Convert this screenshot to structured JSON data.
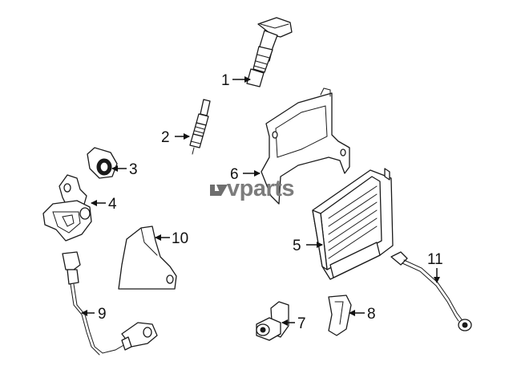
{
  "diagram": {
    "watermark": "vparts",
    "logo_icon": "lv-logo-icon",
    "callouts": [
      {
        "id": "1",
        "label": "1"
      },
      {
        "id": "2",
        "label": "2"
      },
      {
        "id": "3",
        "label": "3"
      },
      {
        "id": "4",
        "label": "4"
      },
      {
        "id": "5",
        "label": "5"
      },
      {
        "id": "6",
        "label": "6"
      },
      {
        "id": "7",
        "label": "7"
      },
      {
        "id": "8",
        "label": "8"
      },
      {
        "id": "9",
        "label": "9"
      },
      {
        "id": "10",
        "label": "10"
      },
      {
        "id": "11",
        "label": "11"
      }
    ]
  }
}
